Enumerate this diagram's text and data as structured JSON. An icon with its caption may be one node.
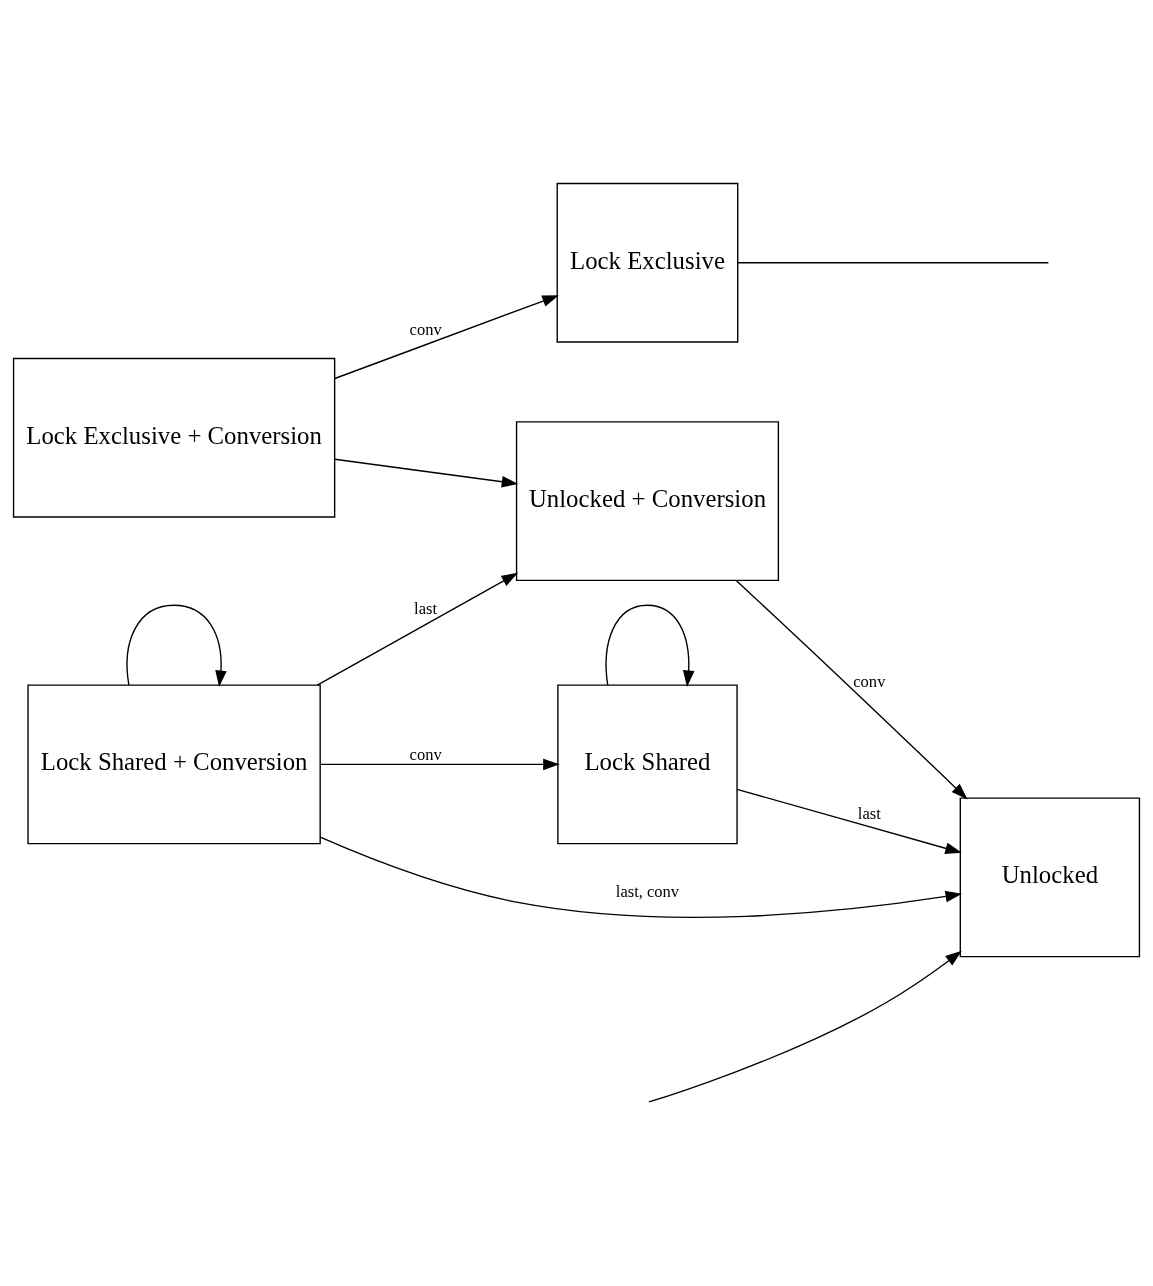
{
  "diagram": {
    "nodes": [
      {
        "text": [
          "Lock Exclusive + Conversion"
        ]
      },
      {
        "text": [
          "Lock Exclusive"
        ]
      },
      {
        "text": [
          "Lock Shared + Conversion"
        ]
      },
      {
        "text": [
          "Lock Shared"
        ]
      },
      {
        "text": [
          "Unlocked + Conversion"
        ]
      },
      {
        "text": [
          "Unlocked"
        ]
      }
    ],
    "edges": [
      {
        "from": 0,
        "to": 1,
        "arrow": "to",
        "label": "conv"
      },
      {
        "from": 1,
        "to": null,
        "arrow": "none"
      },
      {
        "from": 0,
        "to": 4,
        "arrow": "to"
      },
      {
        "from": 2,
        "to": 2,
        "arrow": "to"
      },
      {
        "from": 3,
        "to": 3,
        "arrow": "to"
      },
      {
        "from": 2,
        "to": 3,
        "arrow": "to",
        "label": "conv"
      },
      {
        "from": 2,
        "to": 4,
        "arrow": "to",
        "label": "last"
      },
      {
        "from": 2,
        "to": 5,
        "arrow": "to",
        "label": "last, conv"
      },
      {
        "from": 3,
        "to": 5,
        "arrow": "to",
        "label": "last"
      },
      {
        "from": 4,
        "to": 5,
        "arrow": "to",
        "label": "conv"
      },
      {
        "from": null,
        "to": 5,
        "arrow": "to"
      }
    ]
  }
}
